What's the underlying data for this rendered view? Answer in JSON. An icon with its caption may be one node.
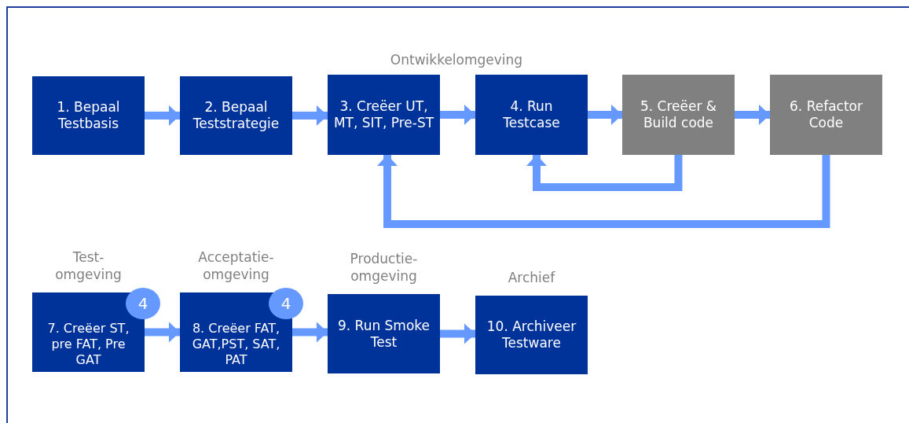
{
  "diagram": {
    "nodes": [
      {
        "text": [
          "1. Bepaal Testbasis"
        ]
      },
      {
        "text": [
          "2. Bepaal Teststrategie"
        ]
      },
      {
        "text": [
          "3. Creëer UT, MT, SIT, Pre-ST"
        ]
      },
      {
        "text": [
          "4. Run Testcase"
        ]
      },
      {
        "text": [
          "5. Creëer & Build code"
        ]
      },
      {
        "text": [
          "6. Refactor Code"
        ]
      },
      {
        "text": [
          "7. Creëer ST, pre FAT, Pre GAT"
        ],
        "beside": [
          "Test- omgeving"
        ]
      },
      {
        "text": [
          "8. Creëer FAT, GAT,PST, SAT, PAT"
        ],
        "beside": [
          "Acceptatie- omgeving"
        ]
      },
      {
        "text": [
          "9. Run Smoke Test"
        ],
        "beside": [
          "Productie- omgeving"
        ]
      },
      {
        "text": [
          "10. Archiveer Testware"
        ],
        "beside": [
          "Archief"
        ]
      },
      {
        "text": [
          "4"
        ]
      },
      {
        "text": [
          "4"
        ]
      }
    ],
    "edges": [
      {
        "from": 0,
        "to": 1,
        "arrow": "to"
      },
      {
        "from": 1,
        "to": 2,
        "arrow": "to"
      },
      {
        "from": 2,
        "to": 3,
        "arrow": "to"
      },
      {
        "from": 3,
        "to": 4,
        "arrow": "to"
      },
      {
        "from": 4,
        "to": 5,
        "arrow": "to"
      },
      {
        "from": 4,
        "to": 3,
        "arrow": "to"
      },
      {
        "from": 5,
        "to": 2,
        "arrow": "to"
      },
      {
        "from": 6,
        "to": 7,
        "arrow": "to"
      },
      {
        "from": 7,
        "to": 8,
        "arrow": "to"
      },
      {
        "from": 8,
        "to": 9,
        "arrow": "to"
      }
    ],
    "labels": [
      "Ontwikkelomgeving"
    ]
  }
}
